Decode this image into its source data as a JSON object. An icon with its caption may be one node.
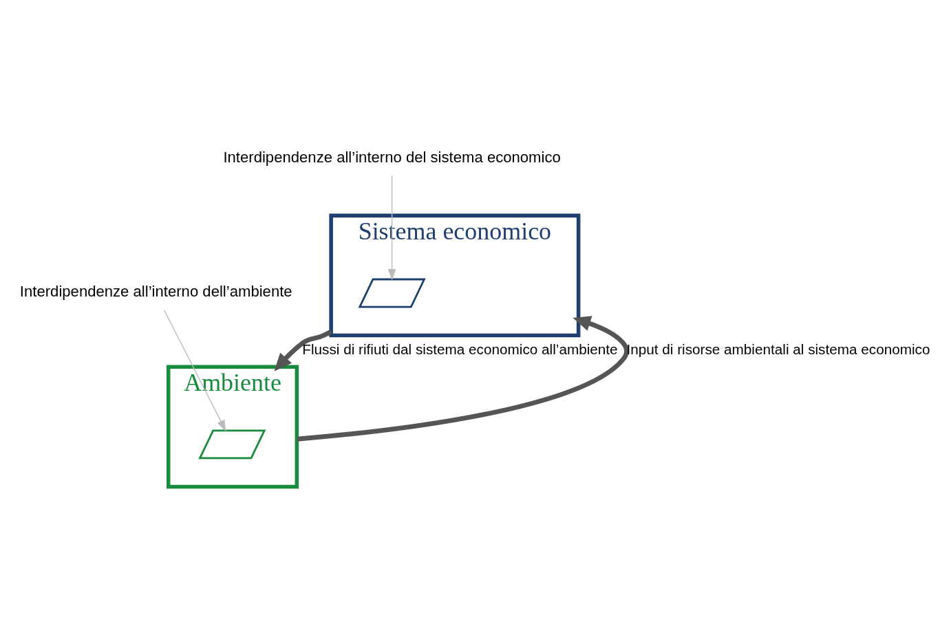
{
  "diagram": {
    "nodes": [
      {
        "text": [
          "Sistema economico"
        ]
      },
      {
        "text": [
          "Interdipendenze all’interno del sistema economico"
        ]
      },
      {
        "text": [],
        "shape": "parallelogram",
        "in": 0
      },
      {
        "text": [
          "Ambiente"
        ]
      },
      {
        "text": [
          "Interdipendenze all’interno dell’ambiente"
        ]
      },
      {
        "text": [],
        "shape": "parallelogram",
        "in": 3
      }
    ],
    "edges": [
      {
        "from": 1,
        "to": 2,
        "arrow": "to",
        "color": "#bbbbbb"
      },
      {
        "from": 0,
        "to": 3,
        "arrow": "to",
        "label": "Flussi di rifiuti dal sistema economico all’ambiente",
        "style": "thick",
        "color": "#555555"
      },
      {
        "from": 3,
        "to": 0,
        "arrow": "to",
        "label": "Input di risorse ambientali al sistema economico",
        "style": "thick",
        "color": "#555555"
      },
      {
        "from": 4,
        "to": 5,
        "arrow": "to",
        "color": "#bbbbbb"
      }
    ]
  }
}
